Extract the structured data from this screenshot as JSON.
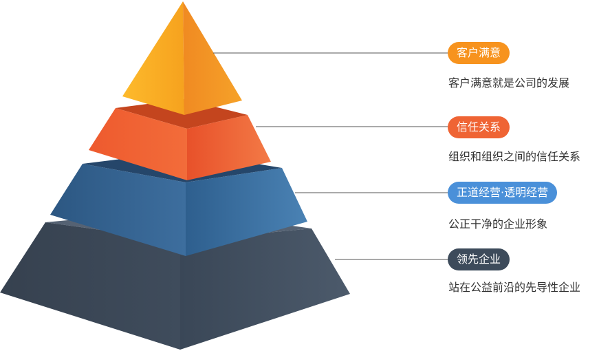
{
  "levels": [
    {
      "tag": "客户满意",
      "description": "客户满意就是公司的发展",
      "color": "#F7931E"
    },
    {
      "tag": "信任关系",
      "description": "组织和组织之间的信任关系",
      "color": "#EF6434"
    },
    {
      "tag": "正道经营·透明经营",
      "description": "公正干净的企业形象",
      "color": "#4A90D9"
    },
    {
      "tag": "领先企业",
      "description": "站在公益前沿的先导性企业",
      "color": "#3D4B5B"
    }
  ]
}
